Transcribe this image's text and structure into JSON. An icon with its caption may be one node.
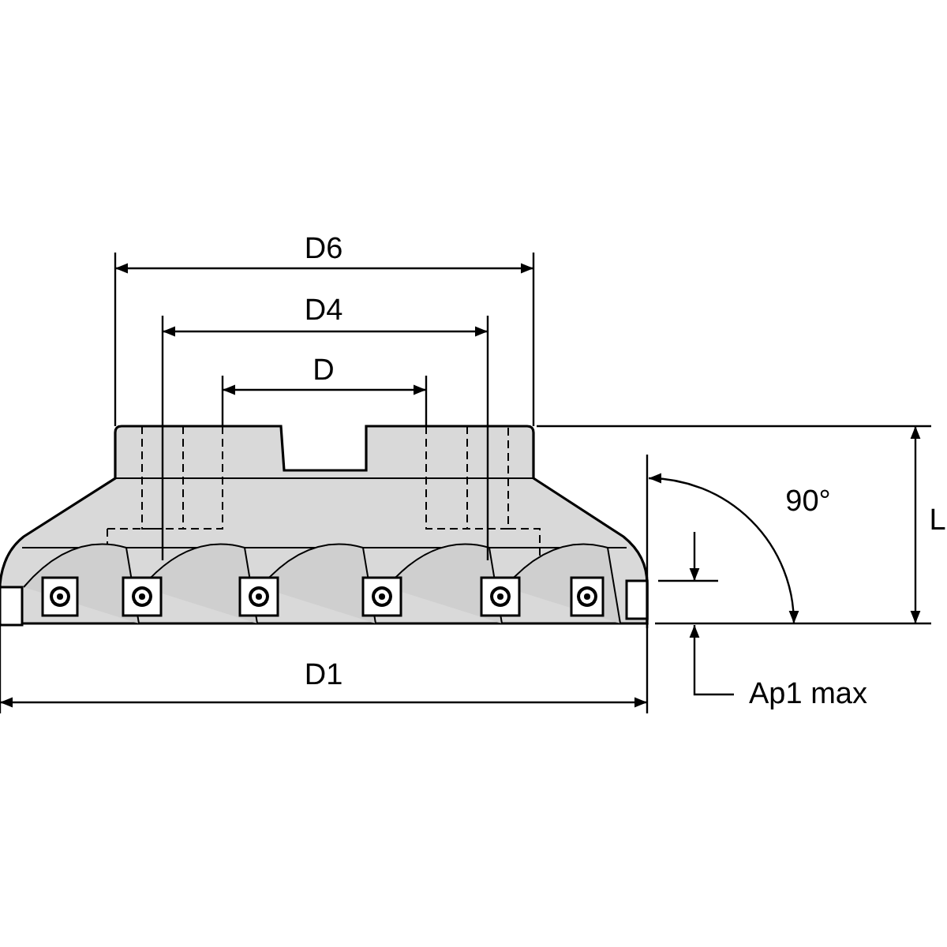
{
  "diagram": {
    "labels": [
      "D6",
      "D4",
      "D",
      "90°",
      "L",
      "D1",
      "Ap1 max"
    ]
  }
}
